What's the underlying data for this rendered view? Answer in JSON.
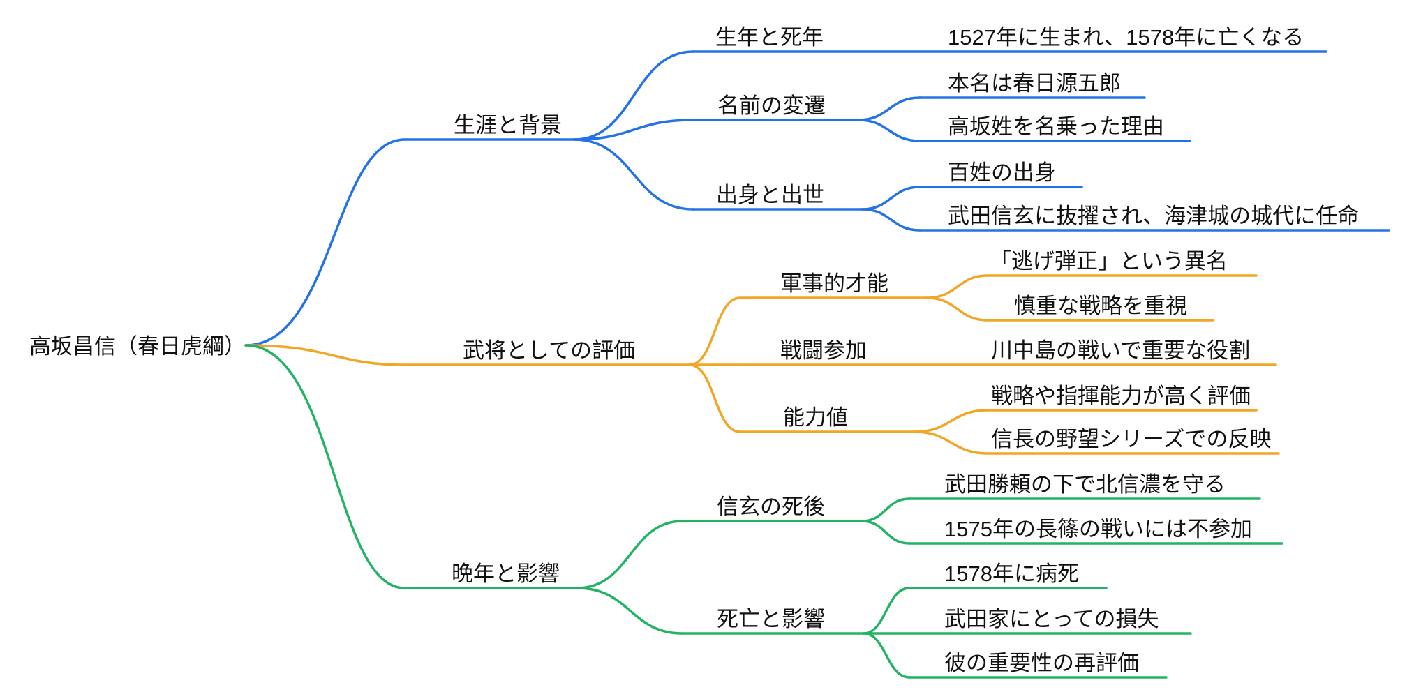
{
  "colors": {
    "blue": "#2373e6",
    "orange": "#f2a626",
    "green": "#22b464",
    "text": "#111111"
  },
  "mindmap": {
    "root": {
      "label": "高坂昌信（春日虎綱）"
    },
    "branches": [
      {
        "label": "生涯と背景",
        "color": "#2373e6",
        "children": [
          {
            "label": "生年と死年",
            "children": [
              {
                "label": "1527年に生まれ、1578年に亡くなる"
              }
            ]
          },
          {
            "label": "名前の変遷",
            "children": [
              {
                "label": "本名は春日源五郎"
              },
              {
                "label": "高坂姓を名乗った理由"
              }
            ]
          },
          {
            "label": "出身と出世",
            "children": [
              {
                "label": "百姓の出身"
              },
              {
                "label": "武田信玄に抜擢され、海津城の城代に任命"
              }
            ]
          }
        ]
      },
      {
        "label": "武将としての評価",
        "color": "#f2a626",
        "children": [
          {
            "label": "軍事的才能",
            "children": [
              {
                "label": "「逃げ弾正」という異名"
              },
              {
                "label": "慎重な戦略を重視"
              }
            ]
          },
          {
            "label": "戦闘参加",
            "children": [
              {
                "label": "川中島の戦いで重要な役割"
              }
            ]
          },
          {
            "label": "能力値",
            "children": [
              {
                "label": "戦略や指揮能力が高く評価"
              },
              {
                "label": "信長の野望シリーズでの反映"
              }
            ]
          }
        ]
      },
      {
        "label": "晩年と影響",
        "color": "#22b464",
        "children": [
          {
            "label": "信玄の死後",
            "children": [
              {
                "label": "武田勝頼の下で北信濃を守る"
              },
              {
                "label": "1575年の長篠の戦いには不参加"
              }
            ]
          },
          {
            "label": "死亡と影響",
            "children": [
              {
                "label": "1578年に病死"
              },
              {
                "label": "武田家にとっての損失"
              },
              {
                "label": "彼の重要性の再評価"
              }
            ]
          }
        ]
      }
    ]
  }
}
